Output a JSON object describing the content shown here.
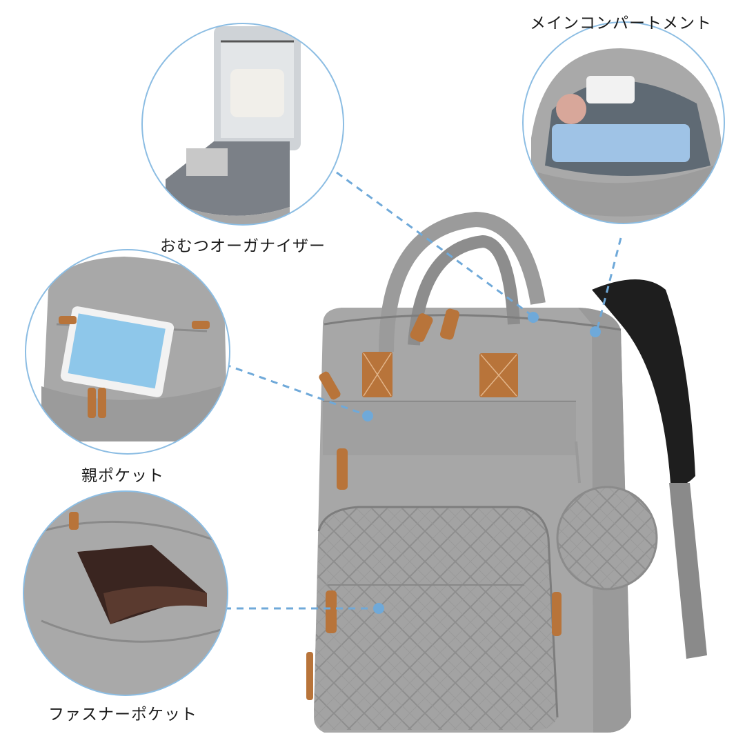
{
  "labels": {
    "main_compartment": "メインコンパートメント",
    "diaper_organizer": "おむつオーガナイザー",
    "parent_pocket": "親ポケット",
    "zipper_pocket": "ファスナーポケット"
  },
  "colors": {
    "fabric": "#a9a9a9",
    "fabric_dark": "#8f8f8f",
    "leather": "#b8743a",
    "callout_line": "#6fa9d9",
    "circle_border": "#8cbde3",
    "strap_black": "#1e1e1e"
  }
}
